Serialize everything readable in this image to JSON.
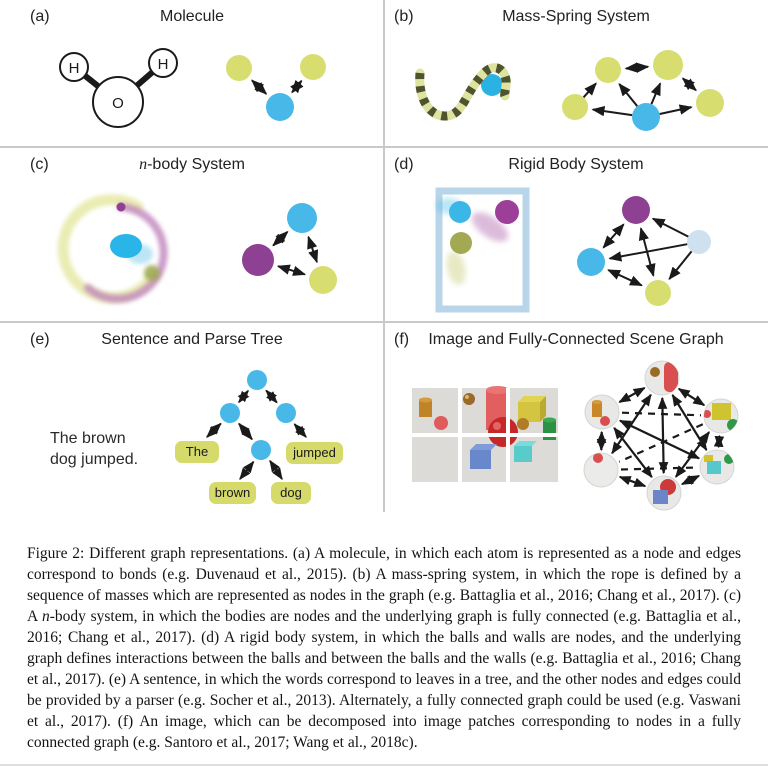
{
  "figure": {
    "panels": [
      {
        "id": "a",
        "label": "(a)",
        "title": "Molecule"
      },
      {
        "id": "b",
        "label": "(b)",
        "title": "Mass-Spring System"
      },
      {
        "id": "c",
        "label": "(c)",
        "title_segments": [
          {
            "text": "n",
            "italic": true
          },
          {
            "text": "-body System",
            "italic": false
          }
        ]
      },
      {
        "id": "d",
        "label": "(d)",
        "title": "Rigid Body System"
      },
      {
        "id": "e",
        "label": "(e)",
        "title": "Sentence and Parse Tree"
      },
      {
        "id": "f",
        "label": "(f)",
        "title": "Image and Fully-Connected Scene Graph"
      }
    ],
    "molecule": {
      "atoms": [
        "H",
        "H",
        "O"
      ]
    },
    "parse_tree": {
      "sentence_lines": [
        "The brown",
        "dog jumped."
      ],
      "leaves": [
        "The",
        "brown",
        "dog",
        "jumped"
      ]
    }
  },
  "caption": {
    "segments": [
      {
        "text": "Figure 2: Different graph representations. (a) A molecule, in which each atom is represented as a node and edges correspond to bonds (e.g. Duvenaud et al., 2015). (b) A mass-spring system, in which the rope is defined by a sequence of masses which are represented as nodes in the graph (e.g. Battaglia et al., 2016; Chang et al., 2017). (c) A ",
        "italic": false
      },
      {
        "text": "n",
        "italic": true
      },
      {
        "text": "-body system, in which the bodies are nodes and the underlying graph is fully connected (e.g. Battaglia et al., 2016; Chang et al., 2017). (d) A rigid body system, in which the balls and walls are nodes, and the underlying graph defines interactions between the balls and between the balls and the walls (e.g. Battaglia et al., 2016; Chang et al., 2017). (e) A sentence, in which the words correspond to leaves in a tree, and the other nodes and edges could be provided by a parser (e.g. Socher et al., 2013). Alternately, a fully connected graph could be used (e.g. Vaswani et al., 2017). (f) An image, which can be decomposed into image patches corresponding to nodes in a fully connected graph (e.g. Santoro et al., 2017; Wang et al., 2018c).",
        "italic": false
      }
    ]
  },
  "colors": {
    "node_blue": "#47b8e8",
    "node_yellow": "#d8dd70",
    "node_purple": "#8e4192",
    "node_wall_lightblue": "#cfe0ee",
    "arrow_black": "#1a1a1a",
    "panel_border_gray": "#c9c9c9"
  }
}
